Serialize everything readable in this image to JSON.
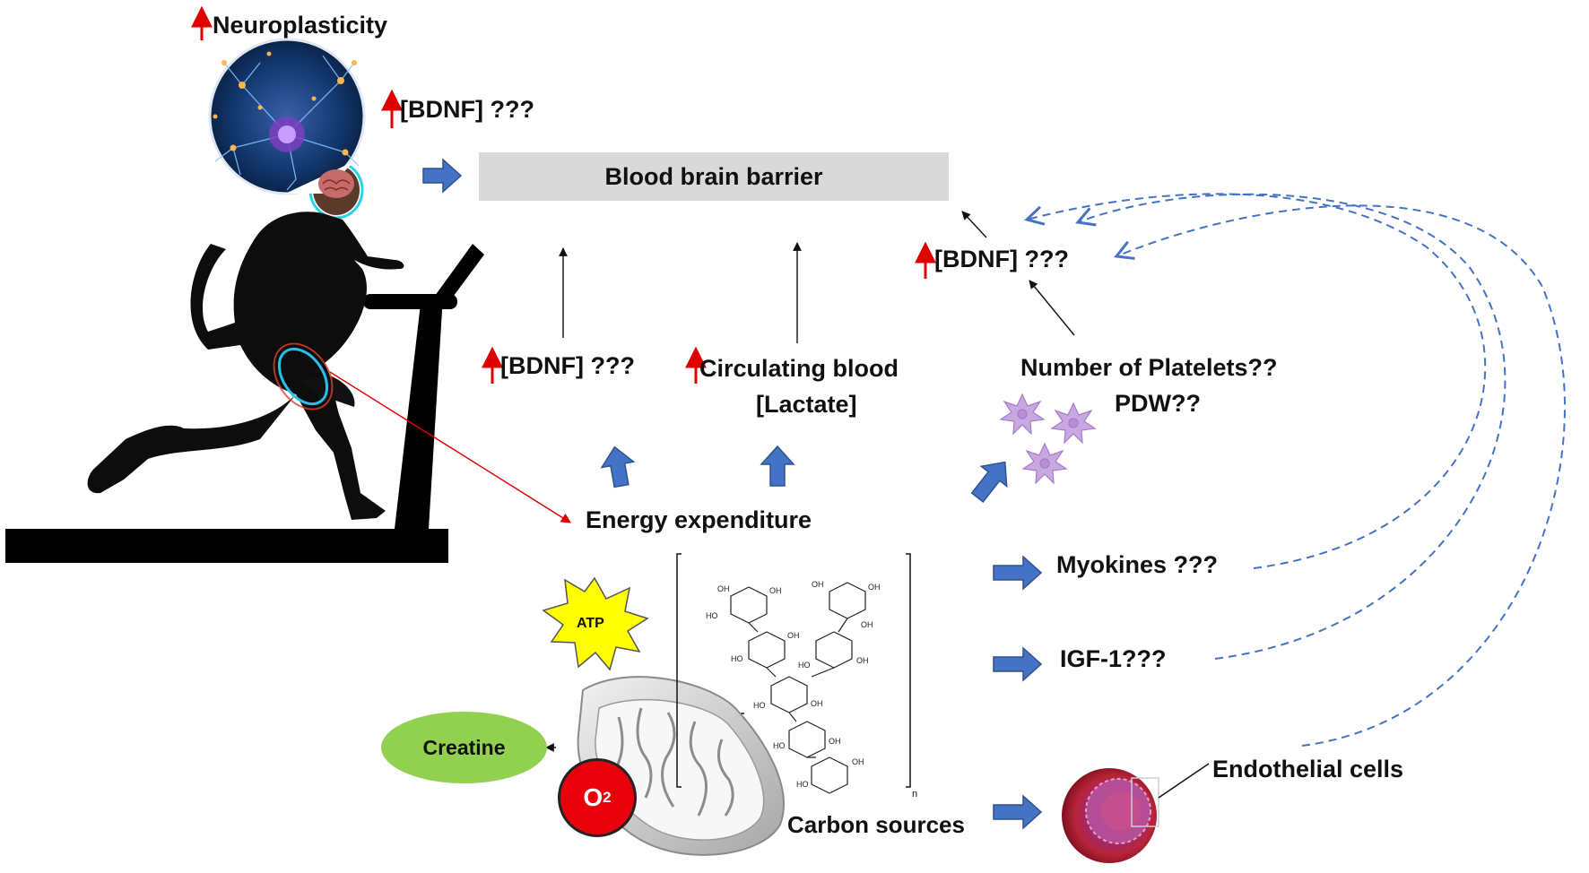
{
  "labels": {
    "neuroplasticity": "Neuroplasticity",
    "bdnf_brain": "[BDNF] ???",
    "blood_brain_barrier": "Blood brain barrier",
    "bdnf_right": "[BDNF] ???",
    "bdnf_left": "[BDNF] ???",
    "circulating_line1": "Circulating blood",
    "circulating_line2": "[Lactate]",
    "platelets_line1": "Number of Platelets??",
    "platelets_line2": "PDW??",
    "energy_expenditure": "Energy expenditure",
    "myokines": "Myokines ???",
    "igf1": "IGF-1???",
    "endothelial": "Endothelial cells",
    "atp": "ATP",
    "creatine": "Creatine",
    "o2": "O",
    "o2_sub": "2",
    "carbon_sources": "Carbon sources",
    "glycogen_n": "n"
  },
  "colors": {
    "increase_arrow": "#e00000",
    "block_arrow": "#4472c4",
    "dashed_arrow": "#4472c4",
    "bbb_fill": "#d9d9d9",
    "creatine_fill": "#92d050",
    "atp_fill": "#ffff00",
    "o2_fill": "#e8000b",
    "platelet_fill": "#c9a7e0"
  },
  "icons": [
    "runner-silhouette",
    "treadmill",
    "neuron-circle-image",
    "brain-icon",
    "mitochondrion-icon",
    "glycogen-structure",
    "platelet-icon",
    "blood-vessel-icon"
  ]
}
